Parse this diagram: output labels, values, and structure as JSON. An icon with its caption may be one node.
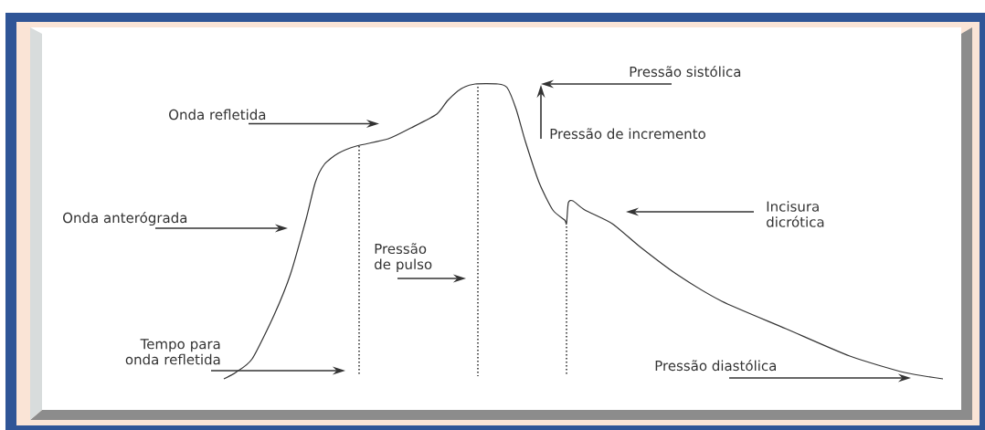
{
  "diagram": {
    "nodes": [
      {
        "text": [
          "Onda refletida"
        ]
      },
      {
        "text": [
          "Pressão sistólica"
        ]
      },
      {
        "text": [
          "Pressão de incremento"
        ]
      },
      {
        "text": [
          "Onda anterógrada"
        ]
      },
      {
        "text": [
          "Incisura dicrótica"
        ]
      },
      {
        "text": [
          "Pressão de pulso"
        ]
      },
      {
        "text": [
          "Tempo para onda refletida"
        ]
      },
      {
        "text": [
          "Pressão diastólica"
        ]
      }
    ],
    "edges": [
      {
        "from": 0,
        "to": null,
        "arrow": "to"
      },
      {
        "from": 1,
        "to": null,
        "arrow": "to"
      },
      {
        "from": 2,
        "to": null,
        "arrow": "to"
      },
      {
        "from": 3,
        "to": null,
        "arrow": "to"
      },
      {
        "from": 4,
        "to": null,
        "arrow": "to"
      },
      {
        "from": 5,
        "to": null,
        "arrow": "to"
      },
      {
        "from": 6,
        "to": null,
        "arrow": "to"
      },
      {
        "from": 7,
        "to": null,
        "arrow": "to"
      }
    ]
  }
}
